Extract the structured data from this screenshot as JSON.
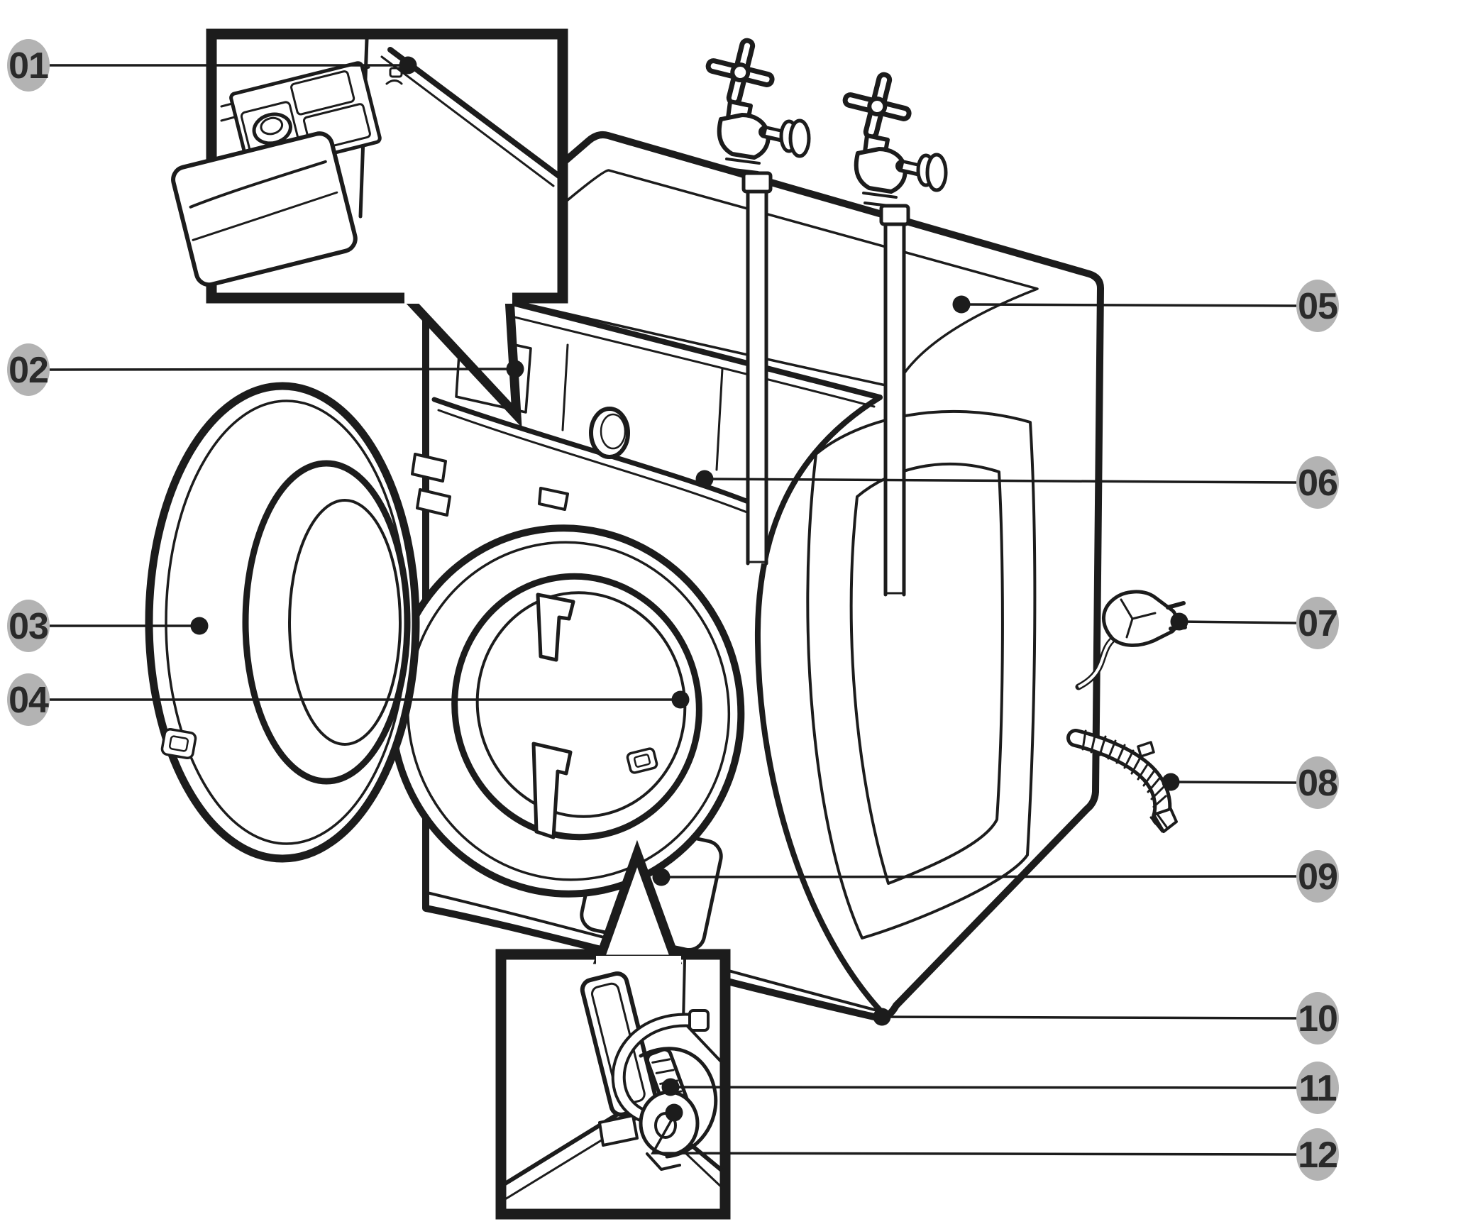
{
  "diagram": {
    "background": "#ffffff",
    "line_color": "#1c1c1c",
    "badge_color": "#b3b3b3",
    "badge_text_color": "#2a2a2a",
    "badge_count": 12
  },
  "callouts": [
    {
      "label": "01"
    },
    {
      "label": "02"
    },
    {
      "label": "03"
    },
    {
      "label": "04"
    },
    {
      "label": "05"
    },
    {
      "label": "06"
    },
    {
      "label": "07"
    },
    {
      "label": "08"
    },
    {
      "label": "09"
    },
    {
      "label": "10"
    },
    {
      "label": "11"
    },
    {
      "label": "12"
    }
  ]
}
